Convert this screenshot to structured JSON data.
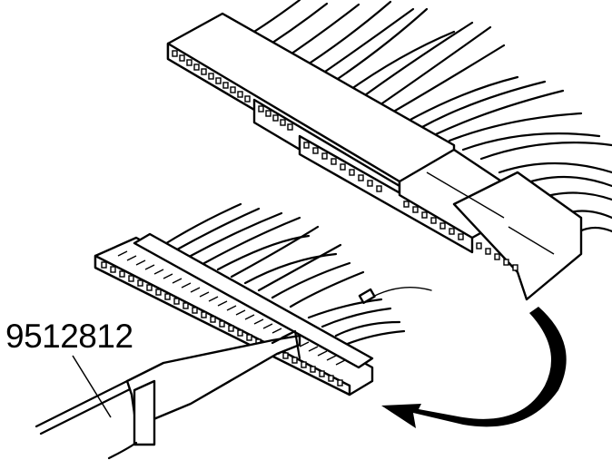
{
  "illustration": {
    "subject": "wiring harness connector pin removal",
    "callouts": [
      {
        "label": "9512812",
        "target": "pin-removal-tool"
      }
    ],
    "arrow": {
      "direction": "counter-clockwise",
      "color": "#000000"
    },
    "colors": {
      "line": "#000000",
      "background": "#ffffff"
    }
  }
}
